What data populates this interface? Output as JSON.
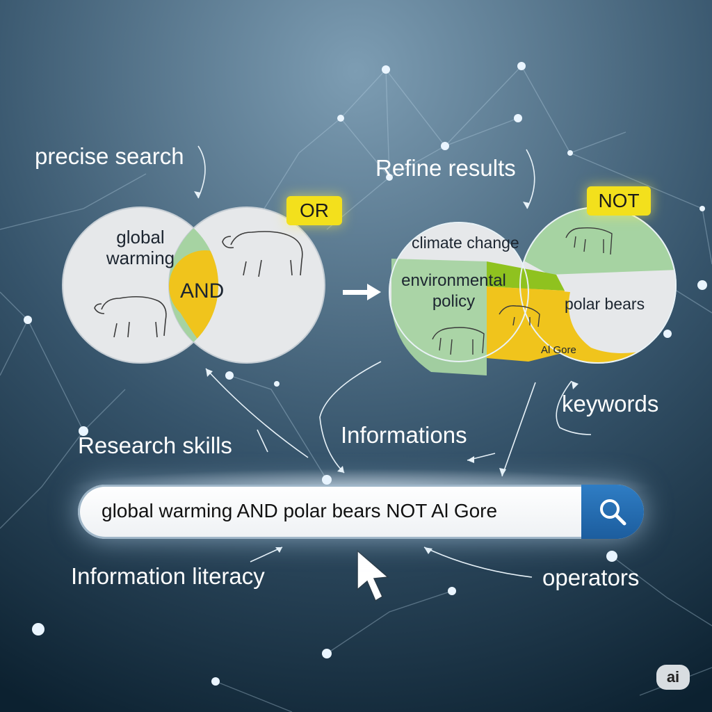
{
  "labels": {
    "precise_search": "precise search",
    "refine_results": "Refine results",
    "research_skills": "Research skills",
    "information": "Informations",
    "keywords": "keywords",
    "information_literacy": "Information literacy",
    "operators": "operators"
  },
  "left_venn": {
    "left_term": "global warming",
    "overlap": "AND",
    "operator_chip": "OR"
  },
  "right_venn": {
    "top": "climate change",
    "left": "environmental policy",
    "right": "polar bears",
    "bottom": "Al Gore",
    "operator_chip": "NOT"
  },
  "search": {
    "query": "global warming AND polar bears NOT Al Gore",
    "button_icon": "search-icon"
  },
  "badge": "ai",
  "colors": {
    "background_top": "#6f90a8",
    "background_bottom": "#0d2333",
    "venn_fill": "#e6e8ea",
    "green": "#a6d3a2",
    "yellow": "#f0c41c",
    "lime": "#8fc21f",
    "chip": "#f3e01c",
    "search_button": "#2f7dc4"
  }
}
